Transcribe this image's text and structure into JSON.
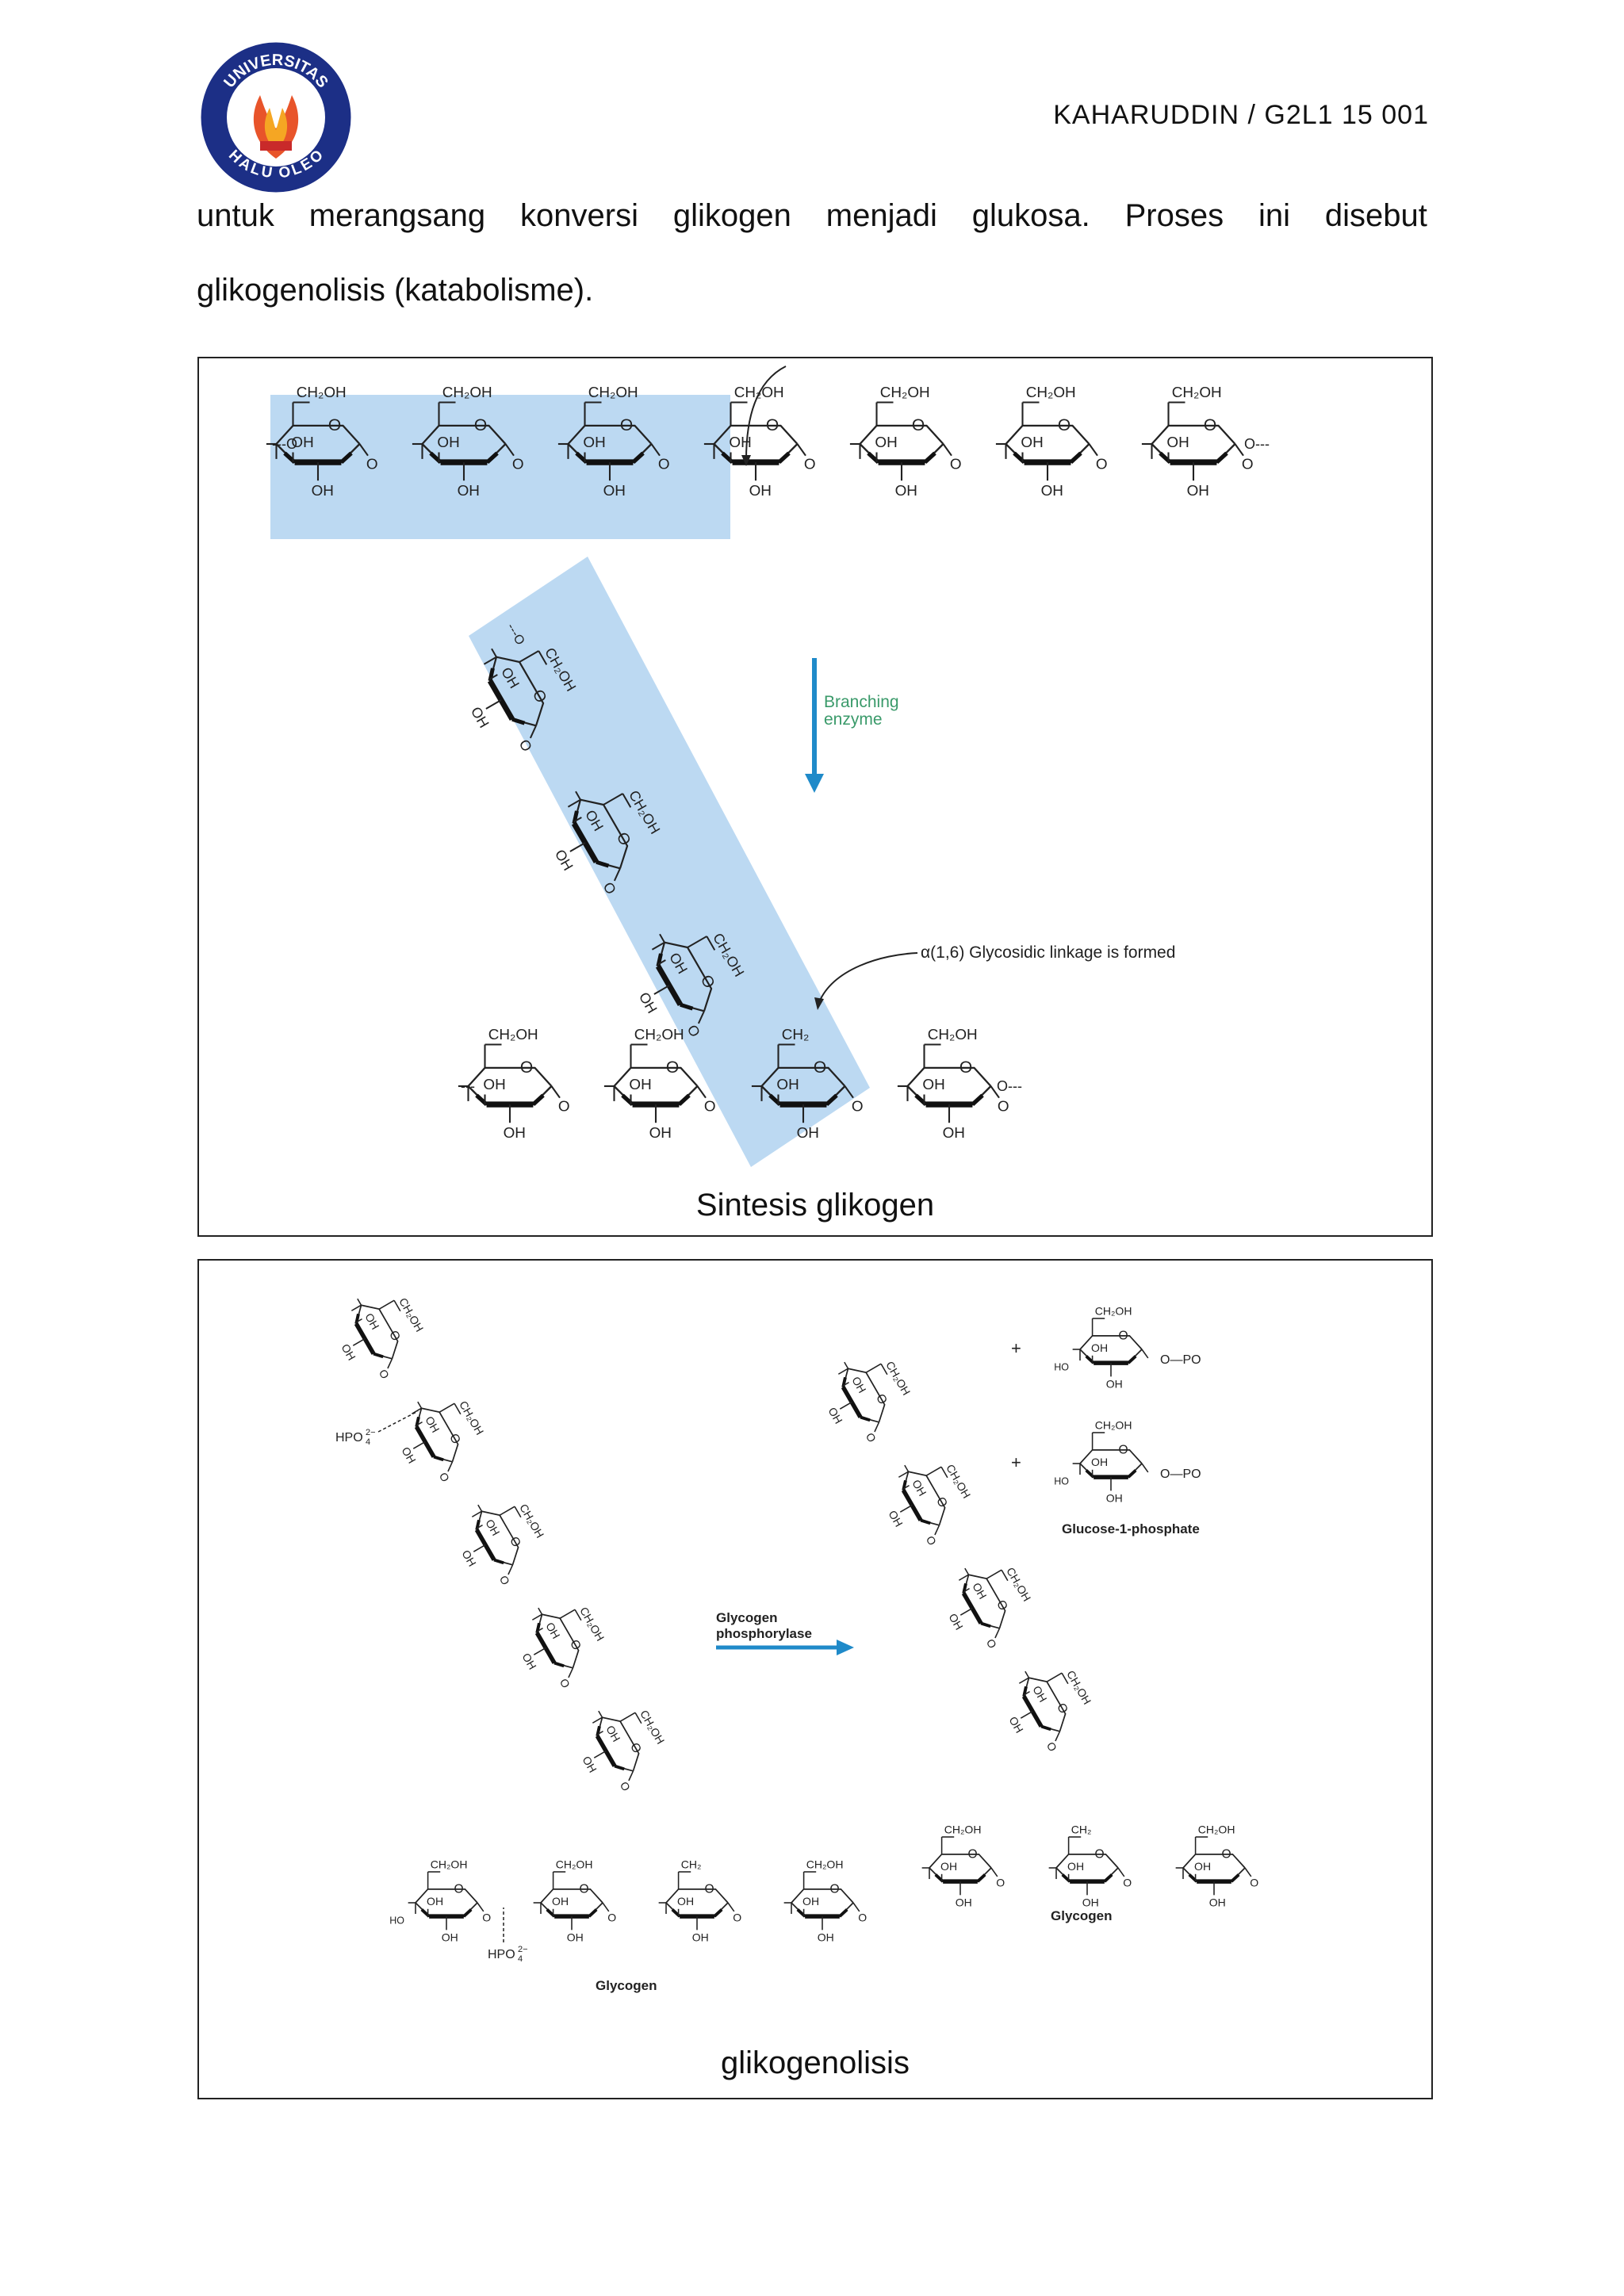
{
  "header": {
    "id_text": "KAHARUDDIN / G2L1 15 001",
    "logo_top_text": "UNIVERSITAS",
    "logo_bottom_text": "HALU OLEO"
  },
  "body": {
    "line1_words": [
      "untuk",
      "merangsang",
      "konversi",
      "glikogen",
      "menjadi",
      "glukosa.",
      "Proses",
      "ini",
      "disebut"
    ],
    "line2": "glikogenolisis (katabolisme)."
  },
  "figure1": {
    "caption": "Sintesis glikogen",
    "enzyme_line1": "Branching",
    "enzyme_line2": "enzyme",
    "linkage_label": "α(1,6) Glycosidic linkage is formed",
    "highlight_color": "#bcd9f2",
    "arrow_color": "#1f8ac9",
    "enzyme_color": "#3a9a6a"
  },
  "figure2": {
    "caption": "glikogenolisis",
    "enzyme_line1": "Glycogen",
    "enzyme_line2": "phosphorylase",
    "hpo4": "HPO",
    "glycogen_left": "Glycogen",
    "glycogen_right": "Glycogen",
    "g1p": "Glucose-1-phosphate",
    "plus": "+",
    "phosphate": "O—PO",
    "arrow_color": "#1f8ac9"
  },
  "ring_labels": {
    "ch2oh": "CH₂OH",
    "ch2": "CH₂",
    "oh": "OH",
    "ho": "HO",
    "o": "O"
  }
}
